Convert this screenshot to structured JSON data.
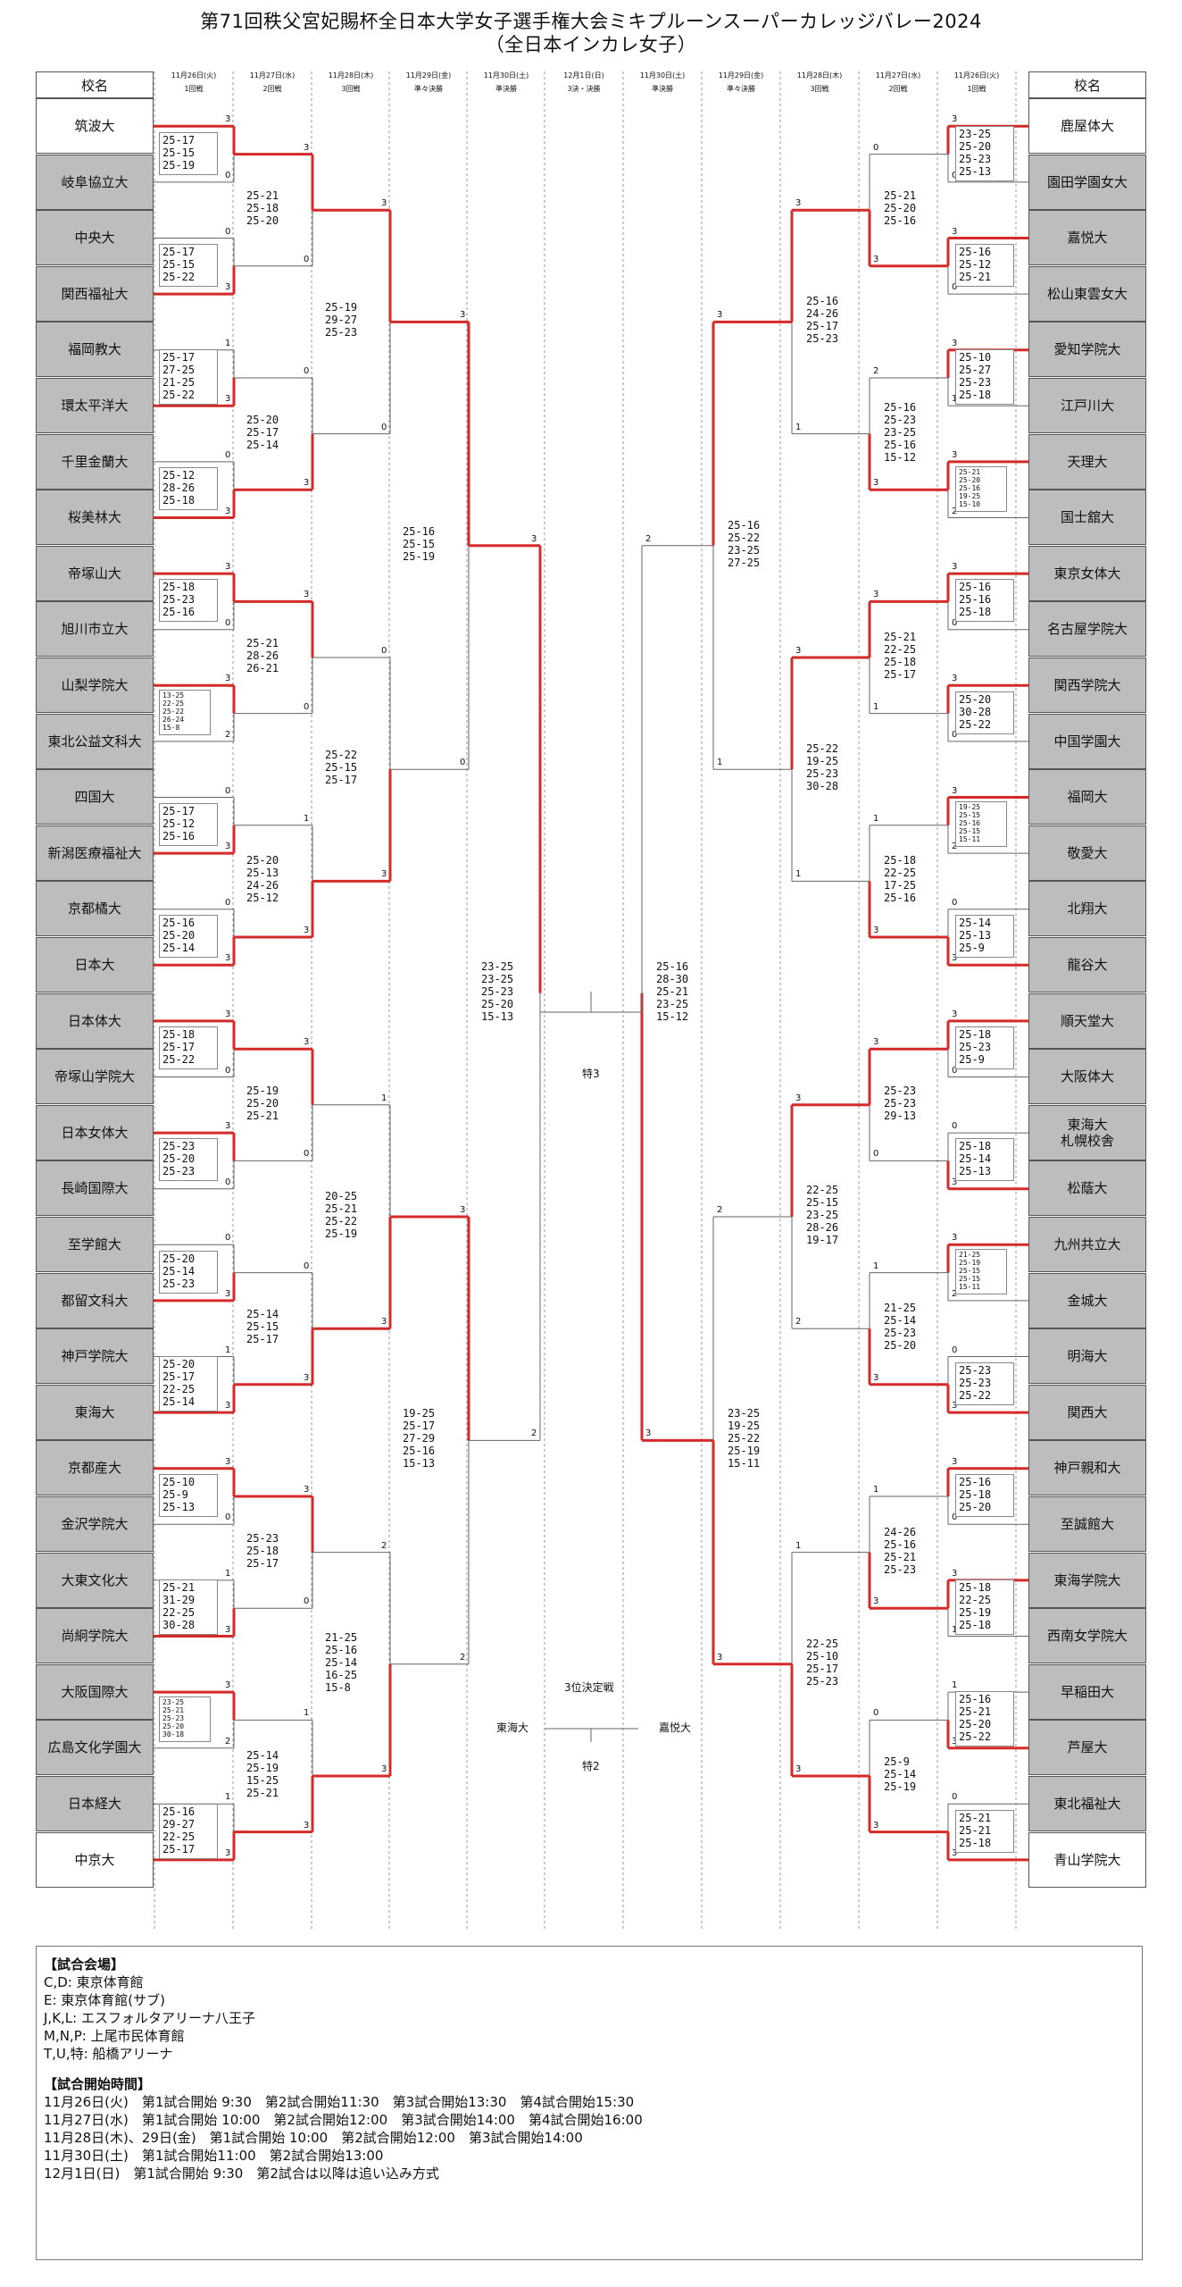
{
  "title_line1": "第71回秩父宮妃賜杯全日本大学女子選手権大会ミキプルーンスーパーカレッジバレー2024",
  "title_line2": "（全日本インカレ女子）",
  "school_header": "校名",
  "col_headers": [
    {
      "date": "11月26日(火)",
      "round": "1回戦"
    },
    {
      "date": "11月27日(水)",
      "round": "2回戦"
    },
    {
      "date": "11月28日(木)",
      "round": "3回戦"
    },
    {
      "date": "11月29日(金)",
      "round": "準々決勝"
    },
    {
      "date": "11月30日(土)",
      "round": "準決勝"
    },
    {
      "date": "12月1日(日)",
      "round": "3決・決勝"
    },
    {
      "date": "11月30日(土)",
      "round": "準決勝"
    },
    {
      "date": "11月29日(金)",
      "round": "準々決勝"
    },
    {
      "date": "11月28日(木)",
      "round": "3回戦"
    },
    {
      "date": "11月27日(水)",
      "round": "2回戦"
    },
    {
      "date": "11月26日(火)",
      "round": "1回戦"
    }
  ],
  "left_teams": [
    "筑波大",
    "岐阜協立大",
    "中央大",
    "関西福祉大",
    "福岡教大",
    "環太平洋大",
    "千里金蘭大",
    "桜美林大",
    "帝塚山大",
    "旭川市立大",
    "山梨学院大",
    "東北公益文科大",
    "四国大",
    "新潟医療福祉大",
    "京都橘大",
    "日本大",
    "日本体大",
    "帝塚山学院大",
    "日本女体大",
    "長崎国際大",
    "至学館大",
    "都留文科大",
    "神戸学院大",
    "東海大",
    "京都産大",
    "金沢学院大",
    "大東文化大",
    "尚絅学院大",
    "大阪国際大",
    "広島文化学園大",
    "日本経大",
    "中京大"
  ],
  "right_teams": [
    "鹿屋体大",
    "園田学園女大",
    "嘉悦大",
    "松山東雲女大",
    "愛知学院大",
    "江戸川大",
    "天理大",
    "国士舘大",
    "東京女体大",
    "名古屋学院大",
    "関西学院大",
    "中国学園大",
    "福岡大",
    "敬愛大",
    "北翔大",
    "龍谷大",
    "順天堂大",
    "大阪体大",
    "東海大\n札幌校舎",
    "松蔭大",
    "九州共立大",
    "金城大",
    "明海大",
    "関西大",
    "神戸親和大",
    "至誠館大",
    "東海学院大",
    "西南女学院大",
    "早稲田大",
    "芦屋大",
    "東北福祉大",
    "青山学院大"
  ],
  "left_seeded": [
    0,
    31
  ],
  "right_seeded": [
    0,
    31
  ],
  "left_matches": [
    [
      {
        "s": "25-17\n25-15\n25-19",
        "r": [
          "3",
          "0"
        ],
        "w": 0
      },
      {
        "s": "25-17\n25-15\n25-22",
        "r": [
          "0",
          "3"
        ],
        "w": 1
      },
      {
        "s": "25-17\n27-25\n21-25\n25-22",
        "r": [
          "1",
          "3"
        ],
        "w": 1
      },
      {
        "s": "25-12\n28-26\n25-18",
        "r": [
          "0",
          "3"
        ],
        "w": 1
      },
      {
        "s": "25-18\n25-23\n25-16",
        "r": [
          "3",
          "0"
        ],
        "w": 0
      },
      {
        "s": "13-25\n22-25\n25-22\n26-24\n15-8",
        "r": [
          "3",
          "2"
        ],
        "w": 0
      },
      {
        "s": "25-17\n25-12\n25-16",
        "r": [
          "0",
          "3"
        ],
        "w": 1
      },
      {
        "s": "25-16\n25-20\n25-14",
        "r": [
          "0",
          "3"
        ],
        "w": 1
      },
      {
        "s": "25-18\n25-17\n25-22",
        "r": [
          "3",
          "0"
        ],
        "w": 0
      },
      {
        "s": "25-23\n25-20\n25-23",
        "r": [
          "3",
          "0"
        ],
        "w": 0
      },
      {
        "s": "25-20\n25-14\n25-23",
        "r": [
          "0",
          "3"
        ],
        "w": 1
      },
      {
        "s": "25-20\n25-17\n22-25\n25-14",
        "r": [
          "1",
          "3"
        ],
        "w": 1
      },
      {
        "s": "25-10\n25-9\n25-13",
        "r": [
          "3",
          "0"
        ],
        "w": 0
      },
      {
        "s": "25-21\n31-29\n22-25\n30-28",
        "r": [
          "1",
          "3"
        ],
        "w": 1
      },
      {
        "s": "23-25\n25-21\n25-23\n25-20\n30-18",
        "r": [
          "3",
          "2"
        ],
        "w": 0
      },
      {
        "s": "25-16\n29-27\n22-25\n25-17",
        "r": [
          "1",
          "3"
        ],
        "w": 1
      }
    ],
    [
      {
        "s": "25-21\n25-18\n25-20",
        "r": [
          "3",
          "0"
        ],
        "w": 0
      },
      {
        "s": "25-20\n25-17\n25-14",
        "r": [
          "0",
          "3"
        ],
        "w": 1
      },
      {
        "s": "25-21\n28-26\n26-21",
        "r": [
          "3",
          "0"
        ],
        "w": 0
      },
      {
        "s": "25-20\n25-13\n24-26\n25-12",
        "r": [
          "1",
          "3"
        ],
        "w": 1
      },
      {
        "s": "25-19\n25-20\n25-21",
        "r": [
          "3",
          "0"
        ],
        "w": 0
      },
      {
        "s": "25-14\n25-15\n25-17",
        "r": [
          "0",
          "3"
        ],
        "w": 1
      },
      {
        "s": "25-23\n25-18\n25-17",
        "r": [
          "3",
          "0"
        ],
        "w": 0
      },
      {
        "s": "25-14\n25-19\n15-25\n25-21",
        "r": [
          "1",
          "3"
        ],
        "w": 1
      }
    ],
    [
      {
        "s": "25-19\n29-27\n25-23",
        "r": [
          "3",
          "0"
        ],
        "w": 0
      },
      {
        "s": "25-22\n25-15\n25-17",
        "r": [
          "0",
          "3"
        ],
        "w": 1
      },
      {
        "s": "20-25\n25-21\n25-22\n25-19",
        "r": [
          "1",
          "3"
        ],
        "w": 1
      },
      {
        "s": "21-25\n25-16\n25-14\n16-25\n15-8",
        "r": [
          "2",
          "3"
        ],
        "w": 1
      }
    ],
    [
      {
        "s": "25-16\n25-15\n25-19",
        "r": [
          "3",
          "0"
        ],
        "w": 0
      },
      {
        "s": "19-25\n25-17\n27-29\n25-16\n15-13",
        "r": [
          "3",
          "2"
        ],
        "w": 0
      }
    ],
    [
      {
        "s": "23-25\n23-25\n25-23\n25-20\n15-13",
        "r": [
          "3",
          "2"
        ],
        "w": 0
      }
    ]
  ],
  "right_matches": [
    [
      {
        "s": "23-25\n25-20\n25-23\n25-13",
        "r": [
          "3",
          "0"
        ],
        "w": 0
      },
      {
        "s": "25-16\n25-12\n25-21",
        "r": [
          "3",
          "0"
        ],
        "w": 0
      },
      {
        "s": "25-10\n25-27\n25-23\n25-18",
        "r": [
          "3",
          "1"
        ],
        "w": 0
      },
      {
        "s": "25-21\n25-20\n25-16\n19-25\n15-10",
        "r": [
          "3",
          "2"
        ],
        "w": 0
      },
      {
        "s": "25-16\n25-16\n25-18",
        "r": [
          "3",
          "0"
        ],
        "w": 0
      },
      {
        "s": "25-20\n30-28\n25-22",
        "r": [
          "3",
          "0"
        ],
        "w": 0
      },
      {
        "s": "19-25\n25-15\n25-16\n25-15\n15-11",
        "r": [
          "3",
          "2"
        ],
        "w": 0
      },
      {
        "s": "25-14\n25-13\n25-9",
        "r": [
          "0",
          "3"
        ],
        "w": 1
      },
      {
        "s": "25-18\n25-23\n25-9",
        "r": [
          "3",
          "0"
        ],
        "w": 0
      },
      {
        "s": "25-18\n25-14\n25-13",
        "r": [
          "0",
          "3"
        ],
        "w": 1
      },
      {
        "s": "21-25\n25-19\n25-15\n25-15\n15-11",
        "r": [
          "3",
          "2"
        ],
        "w": 0
      },
      {
        "s": "25-23\n25-23\n25-22",
        "r": [
          "0",
          "3"
        ],
        "w": 1
      },
      {
        "s": "25-16\n25-18\n25-20",
        "r": [
          "3",
          "0"
        ],
        "w": 0
      },
      {
        "s": "25-18\n22-25\n25-19\n25-18",
        "r": [
          "3",
          "1"
        ],
        "w": 0
      },
      {
        "s": "25-16\n25-21\n25-20\n25-22",
        "r": [
          "1",
          "3"
        ],
        "w": 1
      },
      {
        "s": "25-21\n25-21\n25-18",
        "r": [
          "0",
          "3"
        ],
        "w": 1
      }
    ],
    [
      {
        "s": "25-21\n25-20\n25-16",
        "r": [
          "0",
          "3"
        ],
        "w": 1
      },
      {
        "s": "25-16\n25-23\n23-25\n25-16\n15-12",
        "r": [
          "2",
          "3"
        ],
        "w": 1
      },
      {
        "s": "25-21\n22-25\n25-18\n25-17",
        "r": [
          "3",
          "1"
        ],
        "w": 0
      },
      {
        "s": "25-18\n22-25\n17-25\n25-16",
        "r": [
          "1",
          "3"
        ],
        "w": 1
      },
      {
        "s": "25-23\n25-23\n29-13",
        "r": [
          "3",
          "0"
        ],
        "w": 0
      },
      {
        "s": "21-25\n25-14\n25-23\n25-20",
        "r": [
          "1",
          "3"
        ],
        "w": 1
      },
      {
        "s": "24-26\n25-16\n25-21\n25-23",
        "r": [
          "1",
          "3"
        ],
        "w": 1
      },
      {
        "s": "25-9\n25-14\n25-19",
        "r": [
          "0",
          "3"
        ],
        "w": 1
      }
    ],
    [
      {
        "s": "25-16\n24-26\n25-17\n25-23",
        "r": [
          "3",
          "1"
        ],
        "w": 0
      },
      {
        "s": "25-22\n19-25\n25-23\n30-28",
        "r": [
          "3",
          "1"
        ],
        "w": 0
      },
      {
        "s": "22-25\n25-15\n23-25\n28-26\n19-17",
        "r": [
          "3",
          "2"
        ],
        "w": 0
      },
      {
        "s": "22-25\n25-10\n25-17\n25-23",
        "r": [
          "1",
          "3"
        ],
        "w": 1
      }
    ],
    [
      {
        "s": "25-16\n25-22\n23-25\n27-25",
        "r": [
          "3",
          "1"
        ],
        "w": 0
      },
      {
        "s": "23-25\n19-25\n25-22\n25-19\n15-11",
        "r": [
          "2",
          "3"
        ],
        "w": 1
      }
    ],
    [
      {
        "s": "25-16\n28-30\n25-21\n23-25\n15-12",
        "r": [
          "2",
          "3"
        ],
        "w": 1
      }
    ]
  ],
  "final_label": "特3",
  "third_place": {
    "title": "3位決定戦",
    "left": "東海大",
    "right": "嘉悦大",
    "venue": "特2"
  },
  "info": {
    "venue_title": "【試合会場】",
    "venues": [
      "C,D: 東京体育館",
      "E: 東京体育館(サブ)",
      "J,K,L: エスフォルタアリーナ八王子",
      "M,N,P: 上尾市民体育館",
      "T,U,特: 船橋アリーナ"
    ],
    "time_title": "【試合開始時間】",
    "times": [
      "11月26日(火)　第1試合開始 9:30　第2試合開始11:30　第3試合開始13:30　第4試合開始15:30",
      "11月27日(水)　第1試合開始 10:00　第2試合開始12:00　第3試合開始14:00　第4試合開始16:00",
      "11月28日(木)、29日(金)　第1試合開始 10:00　第2試合開始12:00　第3試合開始14:00",
      "11月30日(土)　第1試合開始11:00　第2試合開始13:00",
      "12月1日(日)　第1試合開始 9:30　第2試合は以降は追い込み方式"
    ]
  },
  "colors": {
    "win": "#d42a2a",
    "lose": "#666666",
    "seed_bg": "#ffffff",
    "team_bg": "#bdbdbd"
  }
}
